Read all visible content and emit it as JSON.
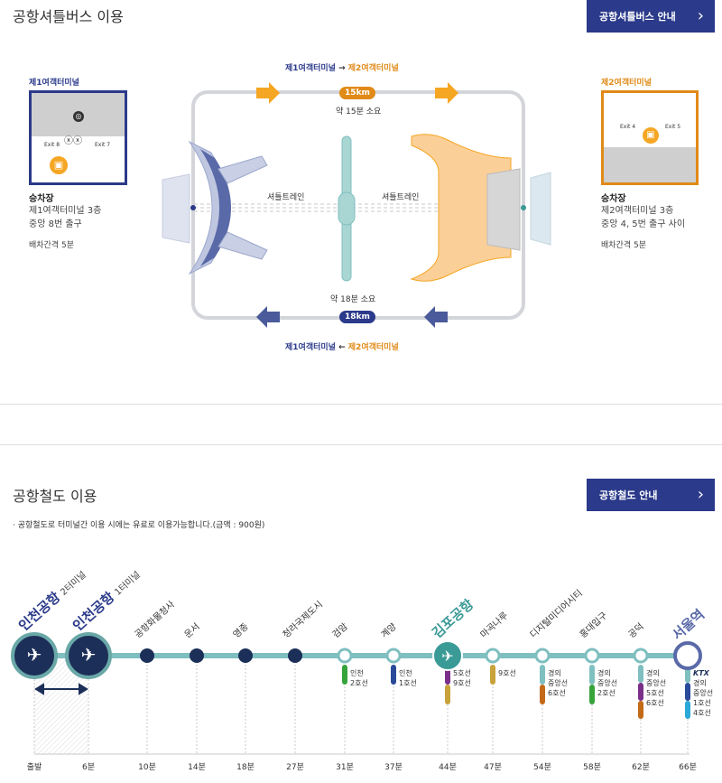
{
  "shuttle": {
    "title": "공항셔틀버스 이용",
    "button_label": "공항셔틀버스 안내",
    "top_route": {
      "from": "제1여객터미널",
      "arrow": "→",
      "to": "제2여객터미널"
    },
    "bottom_route": {
      "from": "제1여객터미널",
      "arrow": "←",
      "to": "제2여객터미널"
    },
    "top_distance": "15km",
    "top_time": "약 15분 소요",
    "bottom_distance": "18km",
    "bottom_time": "약 18분 소요",
    "shuttle_lane_left": "셔틀트레인",
    "shuttle_lane_right": "셔틀트레인",
    "t1": {
      "label": "제1여객터미널",
      "exit_left": "Exit 8",
      "exit_right": "Exit 7",
      "stop_title": "승차장",
      "stop_line1": "제1여객터미널 3층",
      "stop_line2": "중앙 8번 출구",
      "interval": "배차간격 5분"
    },
    "t2": {
      "label": "제2여객터미널",
      "exit_left": "Exit 4",
      "exit_right": "Exit 5",
      "stop_title": "승차장",
      "stop_line1": "제2여객터미널 3층",
      "stop_line2": "중앙 4, 5번 출구 사이",
      "interval": "배차간격 5분"
    },
    "colors": {
      "t1": "#2b3a8a",
      "t2": "#e08a18",
      "train": "#a9d6d3"
    }
  },
  "rail": {
    "title": "공항철도 이용",
    "button_label": "공항철도 안내",
    "note": "· 공항철도로 터미널간 이용 시에는 유료로 이용가능합니다.(금액 : 900원)",
    "stations": [
      {
        "name": "인천공항",
        "sub": "2터미널",
        "time": "출발",
        "type": "airport"
      },
      {
        "name": "인천공항",
        "sub": "1터미널",
        "time": "6분",
        "type": "airport"
      },
      {
        "name": "공항화물청사",
        "time": "10분",
        "type": "dark"
      },
      {
        "name": "운서",
        "time": "14분",
        "type": "dark"
      },
      {
        "name": "영종",
        "time": "18분",
        "type": "dark"
      },
      {
        "name": "청라국제도시",
        "time": "27분",
        "type": "dark"
      },
      {
        "name": "검암",
        "time": "31분",
        "type": "transfer",
        "transfers": [
          "인천",
          "2호선"
        ]
      },
      {
        "name": "계양",
        "time": "37분",
        "type": "transfer",
        "transfers": [
          "인천",
          "1호선"
        ]
      },
      {
        "name": "김포공항",
        "time": "44분",
        "type": "airport-teal",
        "transfers": [
          "5호선",
          "9호선"
        ]
      },
      {
        "name": "마곡나루",
        "time": "47분",
        "type": "transfer",
        "transfers": [
          "9호선"
        ]
      },
      {
        "name": "디지털미디어시티",
        "time": "54분",
        "type": "transfer",
        "transfers": [
          "경의",
          "중앙선",
          "6호선"
        ]
      },
      {
        "name": "홍대입구",
        "time": "58분",
        "type": "transfer",
        "transfers": [
          "경의",
          "중앙선",
          "2호선"
        ]
      },
      {
        "name": "공덕",
        "time": "62분",
        "type": "transfer",
        "transfers": [
          "경의",
          "중앙선",
          "5호선",
          "6호선"
        ]
      },
      {
        "name": "서울역",
        "time": "66분",
        "type": "terminal",
        "transfers": [
          "KTX",
          "경의",
          "중앙선",
          "1호선",
          "4호선"
        ]
      }
    ],
    "colors": {
      "line": "#7fbfc0",
      "dark": "#1c2f58",
      "teal": "#3a9a96",
      "accent": "#2b3a8a"
    }
  }
}
